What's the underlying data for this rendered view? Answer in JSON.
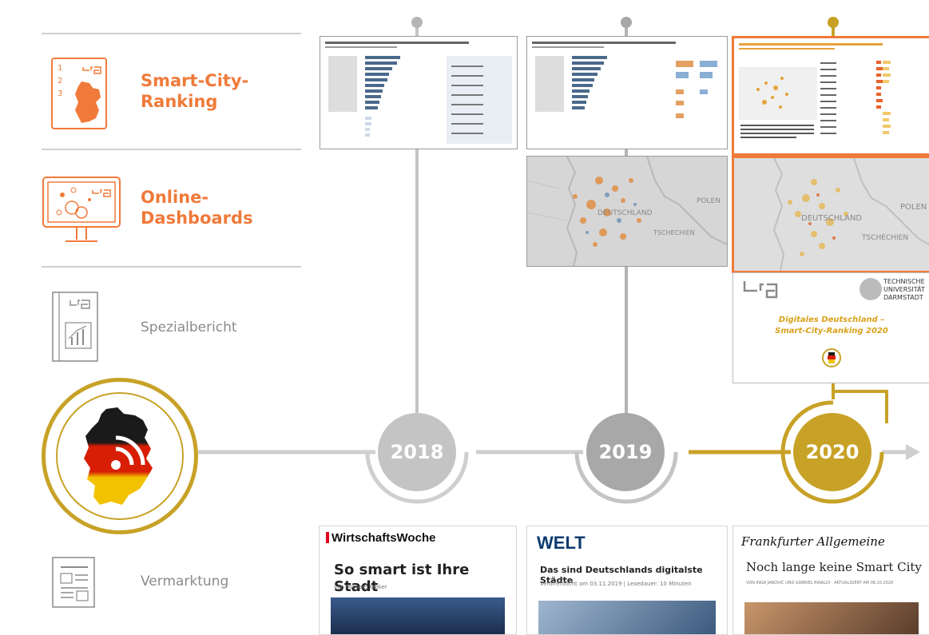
{
  "categories": [
    {
      "label_line1": "Smart-City-",
      "label_line2": "Ranking",
      "icon": "germany-ranking-icon",
      "numbers": [
        "1",
        "2",
        "3"
      ]
    },
    {
      "label_line1": "Online-",
      "label_line2": "Dashboards",
      "icon": "dashboard-monitor-icon"
    },
    {
      "label": "Spezialbericht",
      "icon": "report-book-icon"
    },
    {
      "label": "Vermarktung",
      "icon": "newspaper-icon"
    }
  ],
  "timeline": {
    "years": [
      "2018",
      "2019",
      "2020"
    ],
    "colors": {
      "grey": "#c4c4c4",
      "dark_grey": "#a8a8a8",
      "gold": "#c8a227",
      "orange": "#f07a3a"
    }
  },
  "maps": {
    "label_deutschland": "DEUTSCHLAND",
    "label_polen": "POLEN",
    "label_tschechien": "TSCHECHIEN"
  },
  "report_cover": {
    "university": [
      "TECHNISCHE",
      "UNIVERSITÄT",
      "DARMSTADT"
    ],
    "title_line1": "Digitales Deutschland –",
    "title_line2": "Smart-City-Ranking 2020"
  },
  "press": [
    {
      "outlet": "WirtschaftsWoche",
      "headline": "So smart ist Ihre Stadt",
      "byline": "von Michael Kroker"
    },
    {
      "outlet": "WELT",
      "headline": "Das sind Deutschlands digitalste Städte",
      "byline": "Veröffentlicht am 03.11.2019 | Lesedauer: 10 Minuten"
    },
    {
      "outlet": "Frankfurter Allgemeine",
      "headline": "Noch lange keine Smart City",
      "byline": "VON INGA JANOVIĆ UND GABRIEL RINALDI · AKTUALISIERT AM 08.10.2020"
    }
  ]
}
